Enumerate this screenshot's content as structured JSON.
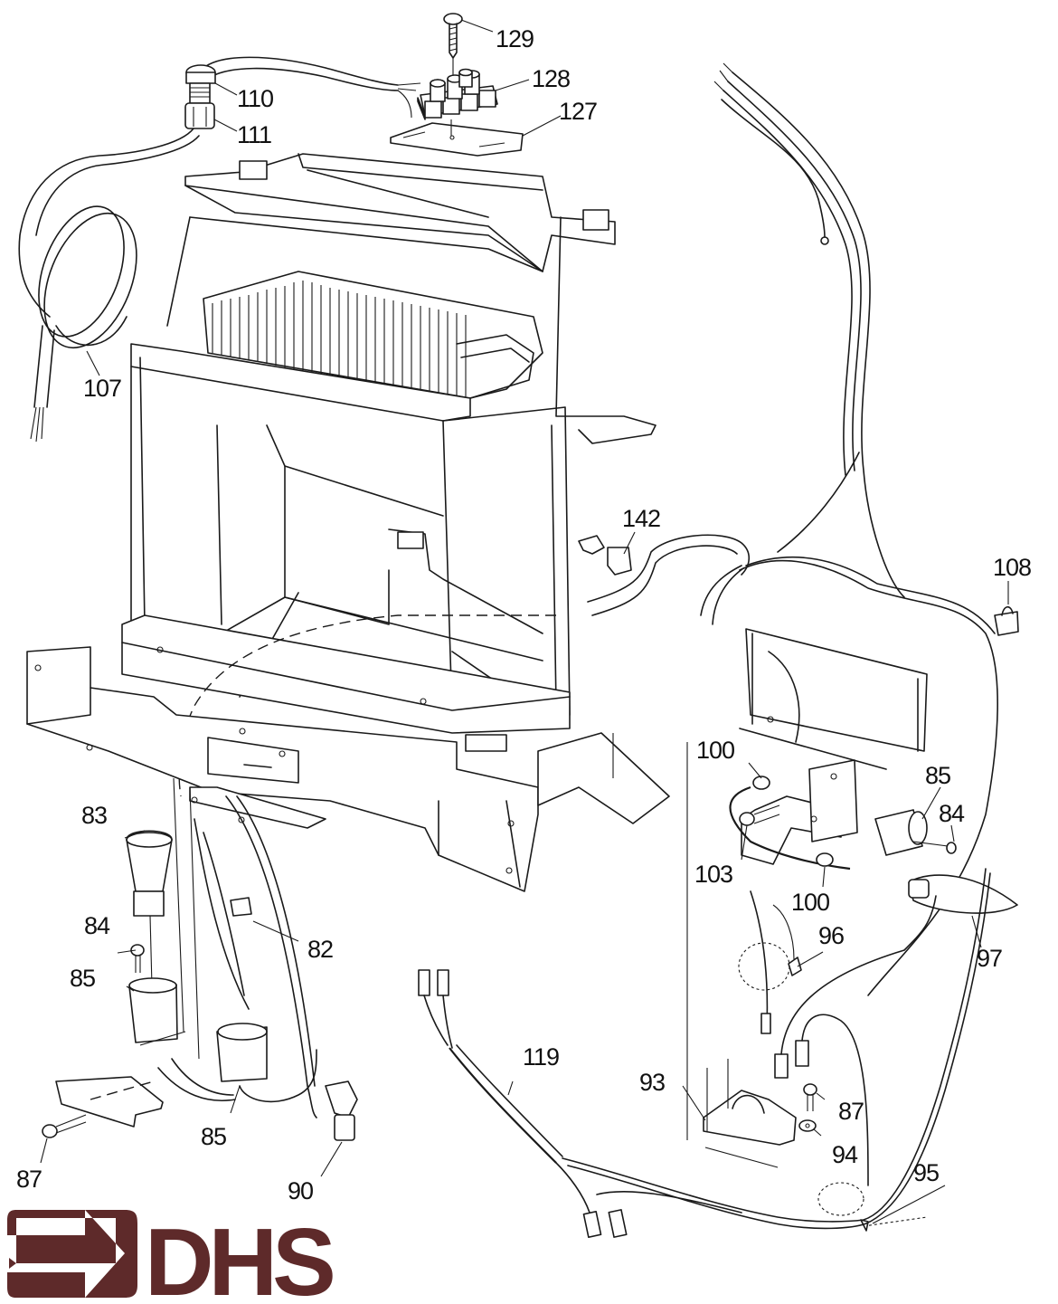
{
  "brand": {
    "name": "DHS",
    "color": "#5e2a2a",
    "icon": "arrow-right-icon"
  },
  "diagram": {
    "type": "exploded-parts-diagram",
    "line_color": "#1a1a1a",
    "background": "#ffffff"
  },
  "callouts": [
    {
      "id": "c129",
      "label": "129",
      "part": "screw"
    },
    {
      "id": "c128",
      "label": "128",
      "part": "terminal-block"
    },
    {
      "id": "c127",
      "label": "127",
      "part": "terminal-plate"
    },
    {
      "id": "c110",
      "label": "110",
      "part": "cable-gland-nut"
    },
    {
      "id": "c111",
      "label": "111",
      "part": "cable-gland-body"
    },
    {
      "id": "c107",
      "label": "107",
      "part": "mains-cable"
    },
    {
      "id": "c142",
      "label": "142",
      "part": "cable-clip"
    },
    {
      "id": "c108",
      "label": "108",
      "part": "cable-clip"
    },
    {
      "id": "c100a",
      "label": "100",
      "part": "grommet"
    },
    {
      "id": "c85a",
      "label": "85",
      "part": "lamp-holder"
    },
    {
      "id": "c84a",
      "label": "84",
      "part": "screw"
    },
    {
      "id": "c103",
      "label": "103",
      "part": "screw"
    },
    {
      "id": "c100b",
      "label": "100",
      "part": "grommet"
    },
    {
      "id": "c97",
      "label": "97",
      "part": "candle-lamp"
    },
    {
      "id": "c96",
      "label": "96",
      "part": "pull-chain-switch"
    },
    {
      "id": "c83",
      "label": "83",
      "part": "lamp"
    },
    {
      "id": "c84b",
      "label": "84",
      "part": "screw"
    },
    {
      "id": "c85b",
      "label": "85",
      "part": "lamp-holder"
    },
    {
      "id": "c82",
      "label": "82",
      "part": "cable-clip"
    },
    {
      "id": "c85c",
      "label": "85",
      "part": "lamp-holder"
    },
    {
      "id": "c87a",
      "label": "87",
      "part": "screw"
    },
    {
      "id": "c90",
      "label": "90",
      "part": "connector"
    },
    {
      "id": "c119",
      "label": "119",
      "part": "wiring-harness"
    },
    {
      "id": "c93",
      "label": "93",
      "part": "switch-bracket"
    },
    {
      "id": "c87b",
      "label": "87",
      "part": "screw"
    },
    {
      "id": "c94",
      "label": "94",
      "part": "washer"
    },
    {
      "id": "c95",
      "label": "95",
      "part": "pull-chain"
    }
  ]
}
